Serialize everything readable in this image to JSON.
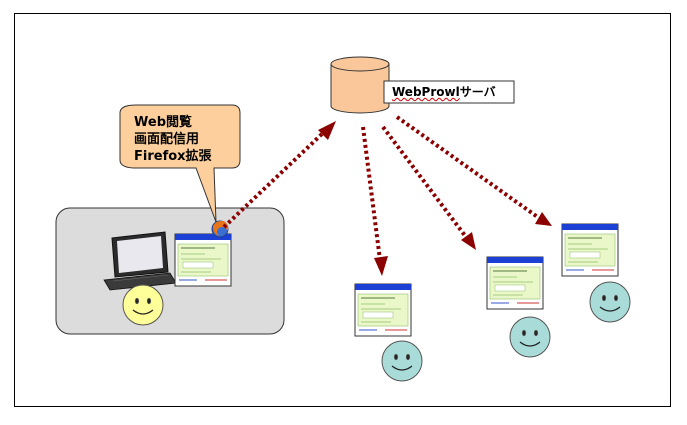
{
  "callout": {
    "lines": [
      "Web閲覧",
      "画面配信用",
      "Firefox拡張"
    ]
  },
  "server": {
    "label_main": "WebProwl",
    "label_suffix": "サーバ"
  },
  "colors": {
    "cylinder": "#f9c79a",
    "callout": "#fccf9c",
    "arrow": "#8b0000",
    "face_main": "#ffff99",
    "face_viewer": "#a9dcd9",
    "laptop_area": "#dcdcdc",
    "window_titlebar": "#1c3fd4",
    "window_body": "#eaf7c9"
  },
  "icons": [
    "server-cylinder-icon",
    "laptop-icon",
    "firefox-icon",
    "smiley-face-icon",
    "browser-window-icon"
  ]
}
